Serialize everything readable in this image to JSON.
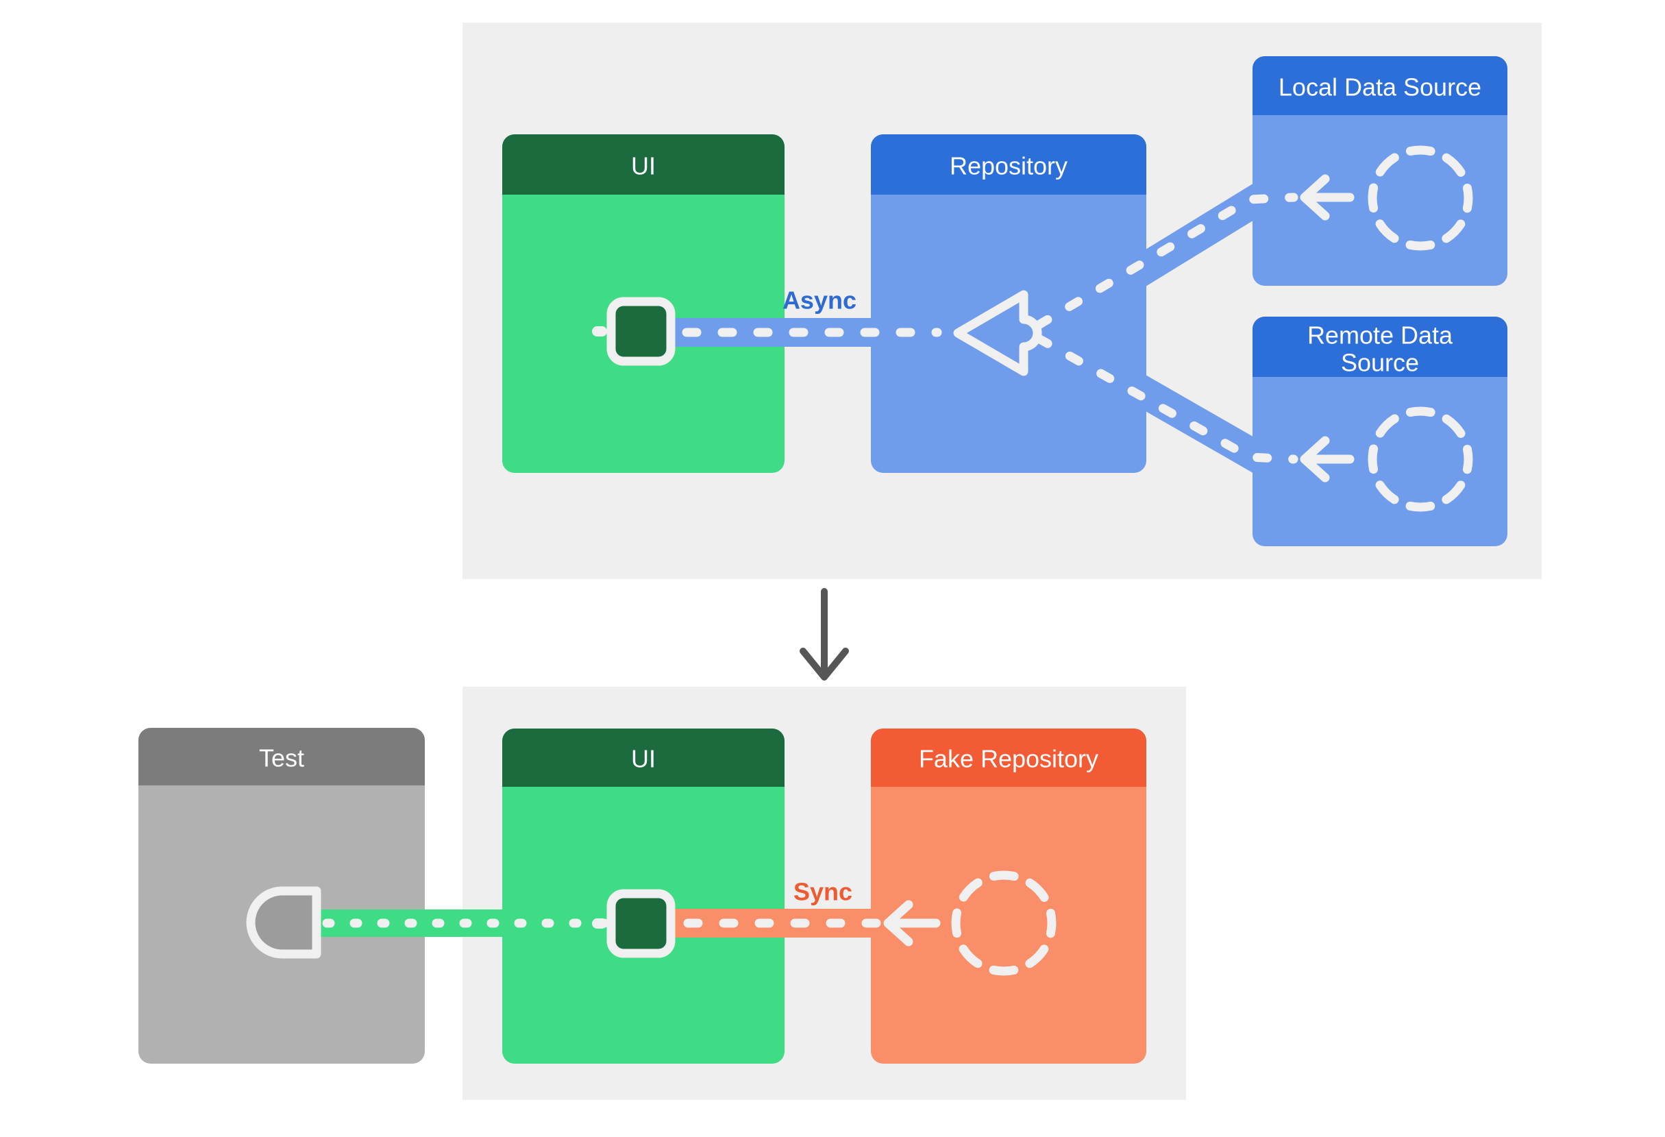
{
  "colors": {
    "page_bg": "#ffffff",
    "panel_bg": "#efefef",
    "green_header": "#1c6b3e",
    "green_body": "#3edc84",
    "blue_header": "#2d6fd8",
    "blue_body": "#6f9ceb",
    "orange_header": "#f25b33",
    "orange_body": "#f98e69",
    "gray_header": "#7c7c7c",
    "gray_body": "#b1b1b1",
    "gray_inner": "#9c9c9c",
    "dash_light": "#f0f0f0",
    "async_label": "#2d6ad3",
    "sync_label": "#ee5b30",
    "arrow_dark": "#565656"
  },
  "production": {
    "ui_title": "UI",
    "repository_title": "Repository",
    "local_source_title": "Local Data Source",
    "remote_source_title_line1": "Remote Data",
    "remote_source_title_line2": "Source",
    "async_label": "Async"
  },
  "test": {
    "test_title": "Test",
    "ui_title": "UI",
    "fake_repository_title": "Fake Repository",
    "sync_label": "Sync"
  }
}
